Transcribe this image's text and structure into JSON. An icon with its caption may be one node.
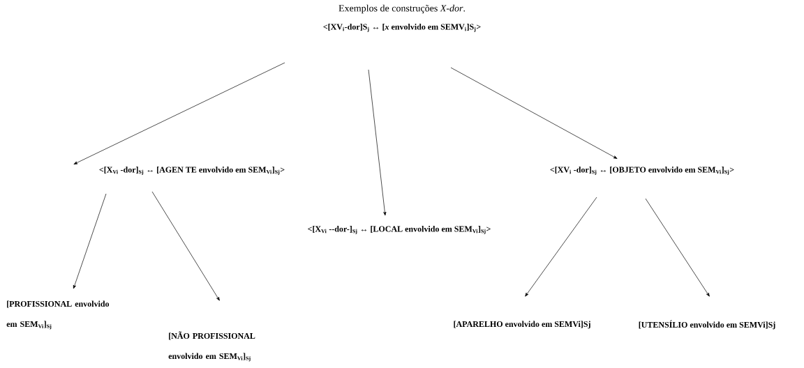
{
  "diagram": {
    "title": "Exemplos de construções *X-dor*.",
    "nodes": [
      {
        "text": [
          "<[XV$_{i}$-dor]S$_{j}$ ↔ [*x* envolvido em SEMV$_{i}$]S$_{j}$>"
        ]
      },
      {
        "text": [
          "<[X$_{Vi}$ -dor]$_{Sj}$ ↔ [AGEN TE envolvido em SEM$_{Vi}$]$_{Sj}$>"
        ]
      },
      {
        "text": [
          "<[X$_{Vi}$ --dor-]$_{Sj}$ ↔ [LOCAL envolvido em SEM$_{Vi}$]$_{Sj}$>"
        ]
      },
      {
        "text": [
          "<[XV$_{i}$ -dor]$_{Sj}$ ↔ [OBJETO envolvido em SEM$_{Vi}$]$_{Sj}$>"
        ]
      },
      {
        "text": [
          "[PROFISSIONAL envolvido em SEM$_{Vi}$]$_{Sj}$"
        ]
      },
      {
        "text": [
          "[NÃO PROFISSIONAL envolvido em SEM$_{Vi}$]$_{Sj}$"
        ]
      },
      {
        "text": [
          "[APARELHO envolvido em SEMVi]Sj"
        ]
      },
      {
        "text": [
          "[UTENSÍLIO envolvido em SEMVi]Sj"
        ]
      }
    ],
    "edges": [
      {
        "from": 0,
        "to": 1,
        "arrow": "to"
      },
      {
        "from": 0,
        "to": 2,
        "arrow": "to"
      },
      {
        "from": 0,
        "to": 3,
        "arrow": "to"
      },
      {
        "from": 1,
        "to": 4,
        "arrow": "to"
      },
      {
        "from": 1,
        "to": 5,
        "arrow": "to"
      },
      {
        "from": 3,
        "to": 6,
        "arrow": "to"
      },
      {
        "from": 3,
        "to": 7,
        "arrow": "to"
      }
    ]
  }
}
